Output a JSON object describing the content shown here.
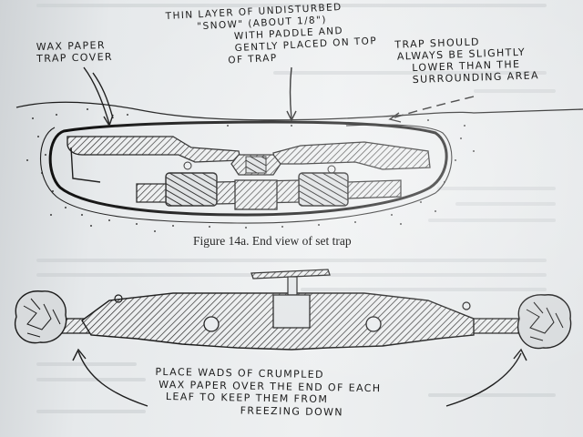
{
  "labels": {
    "wax_paper_cover": [
      "WAX PAPER",
      "TRAP COVER"
    ],
    "undisturbed_layer": [
      "THIN LAYER OF UNDISTURBED",
      "\"SNOW\" (ABOUT 1/8\")",
      "WITH PADDLE AND",
      "GENTLY PLACED ON TOP",
      "OF TRAP"
    ],
    "trap_lower": [
      "TRAP SHOULD",
      "ALWAYS BE SLIGHTLY",
      "LOWER THAN THE",
      "SURROUNDING AREA"
    ],
    "place_wads": [
      "PLACE WADS OF CRUMPLED",
      "WAX PAPER OVER THE END OF EACH",
      "LEAF TO KEEP THEM FROM",
      "FREEZING DOWN"
    ]
  },
  "caption": "Figure 14a.  End view of set trap",
  "colors": {
    "ink": "#1c1c1c",
    "paper": "#e9ecee",
    "hatch": "#2a2a2a"
  }
}
